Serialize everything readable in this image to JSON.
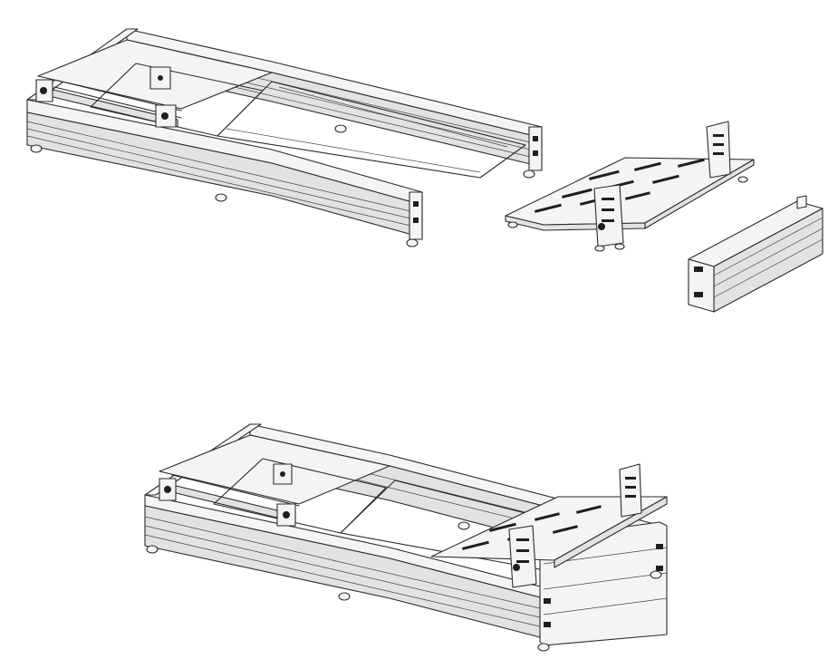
{
  "figure": {
    "panels": [
      {
        "id": "exploded",
        "parts": [
          "base-frame",
          "pedal-plate",
          "front-extrusion-beam"
        ]
      },
      {
        "id": "assembled",
        "parts": [
          "assembled-frame-with-pedal-plate"
        ]
      }
    ],
    "colors": {
      "line": "#2b2b2b",
      "face": "#f4f4f4",
      "shade": "#e2e2e2",
      "slot": "#1f1f1f"
    }
  }
}
